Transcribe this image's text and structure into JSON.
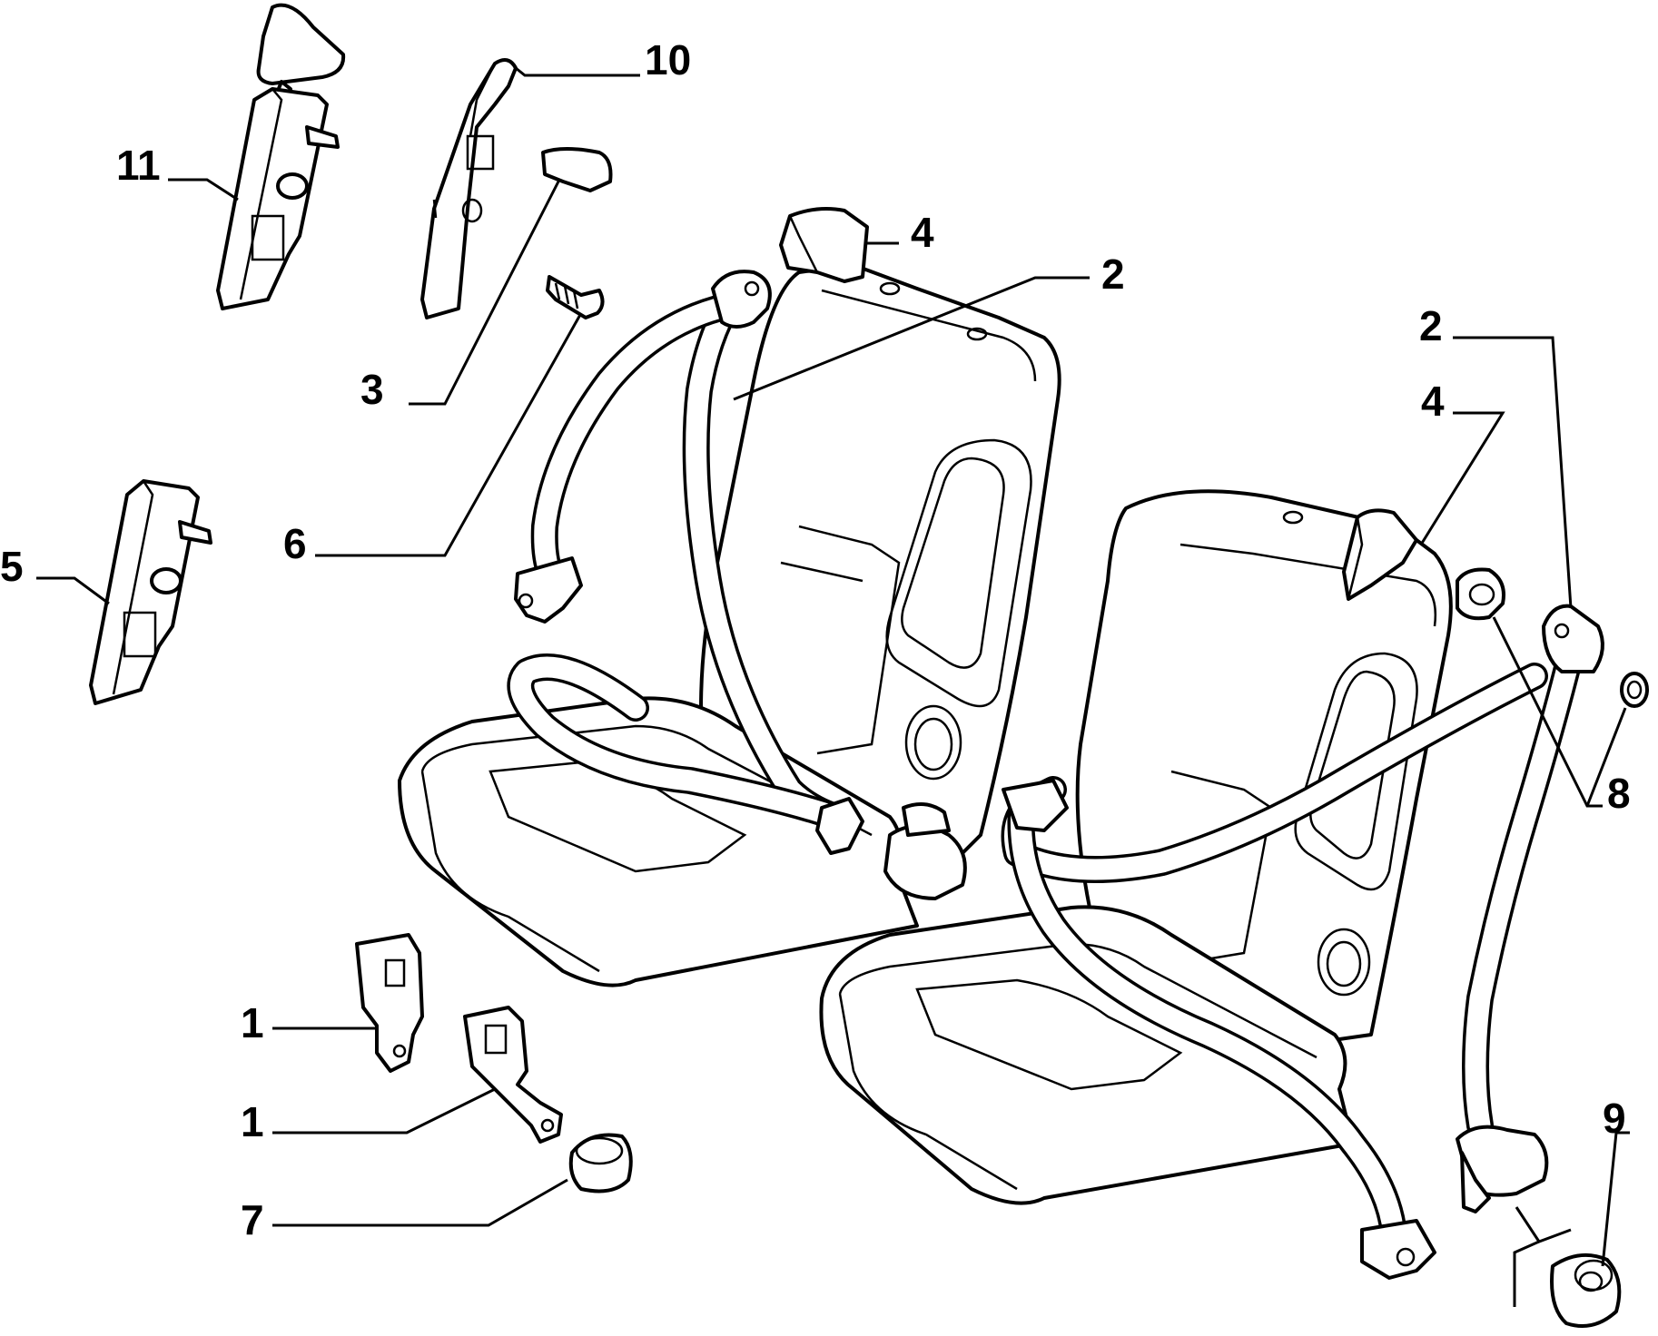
{
  "callouts": [
    {
      "id": "c11",
      "text": "11"
    },
    {
      "id": "c10",
      "text": "10"
    },
    {
      "id": "c3",
      "text": "3"
    },
    {
      "id": "c6",
      "text": "6"
    },
    {
      "id": "c5",
      "text": "5"
    },
    {
      "id": "c4a",
      "text": "4"
    },
    {
      "id": "c2a",
      "text": "2"
    },
    {
      "id": "c2b",
      "text": "2"
    },
    {
      "id": "c4b",
      "text": "4"
    },
    {
      "id": "c8",
      "text": "8"
    },
    {
      "id": "c1a",
      "text": "1"
    },
    {
      "id": "c1b",
      "text": "1"
    },
    {
      "id": "c7",
      "text": "7"
    },
    {
      "id": "c9",
      "text": "9"
    }
  ]
}
